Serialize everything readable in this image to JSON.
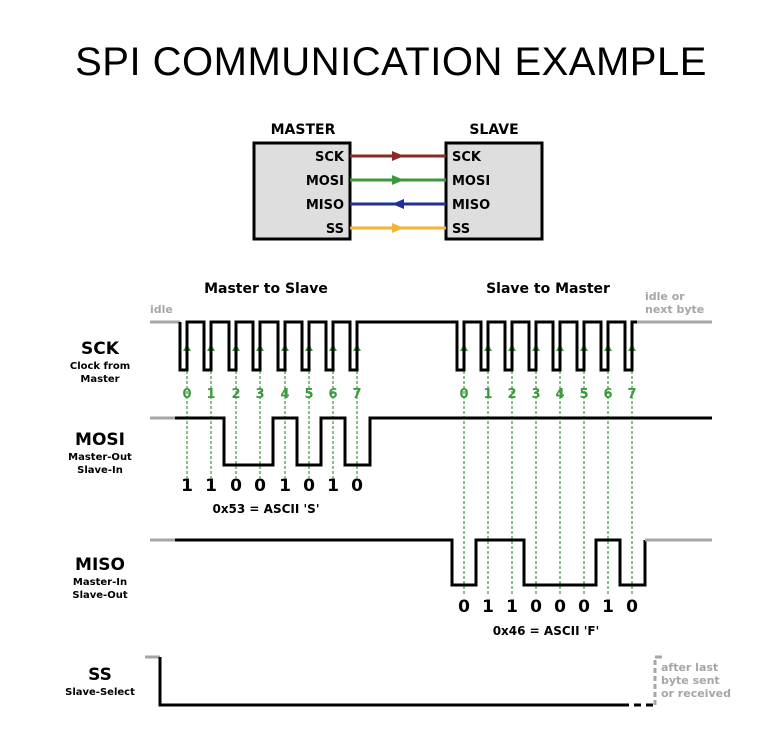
{
  "title": "SPI COMMUNICATION EXAMPLE",
  "block_diagram": {
    "master_label": "MASTER",
    "slave_label": "SLAVE",
    "signals": [
      {
        "name": "SCK",
        "color": "#8b2a22",
        "direction": "to-slave"
      },
      {
        "name": "MOSI",
        "color": "#3b9a3b",
        "direction": "to-slave"
      },
      {
        "name": "MISO",
        "color": "#1f2f9c",
        "direction": "to-master"
      },
      {
        "name": "SS",
        "color": "#f4b43a",
        "direction": "to-slave"
      }
    ]
  },
  "timing": {
    "section_master_to_slave": "Master to Slave",
    "section_slave_to_master": "Slave to Master",
    "idle_label": "idle",
    "idle_next_line1": "idle or",
    "idle_next_line2": "next byte",
    "bit_indices": [
      "0",
      "1",
      "2",
      "3",
      "4",
      "5",
      "6",
      "7"
    ],
    "sck": {
      "name": "SCK",
      "desc1": "Clock from",
      "desc2": "Master"
    },
    "mosi": {
      "name": "MOSI",
      "desc1": "Master-Out",
      "desc2": "Slave-In",
      "bits": [
        "1",
        "1",
        "0",
        "0",
        "1",
        "0",
        "1",
        "0"
      ],
      "caption": "0x53 = ASCII 'S'"
    },
    "miso": {
      "name": "MISO",
      "desc1": "Master-In",
      "desc2": "Slave-Out",
      "bits": [
        "0",
        "1",
        "1",
        "0",
        "0",
        "0",
        "1",
        "0"
      ],
      "caption": "0x46 = ASCII 'F'"
    },
    "ss": {
      "name": "SS",
      "desc1": "Slave-Select",
      "after1": "after last",
      "after2": "byte sent",
      "after3": "or received"
    },
    "colors": {
      "signal": "#000000",
      "idle_gray": "#a6a6a6",
      "sample_green": "#3b9a3b"
    }
  }
}
